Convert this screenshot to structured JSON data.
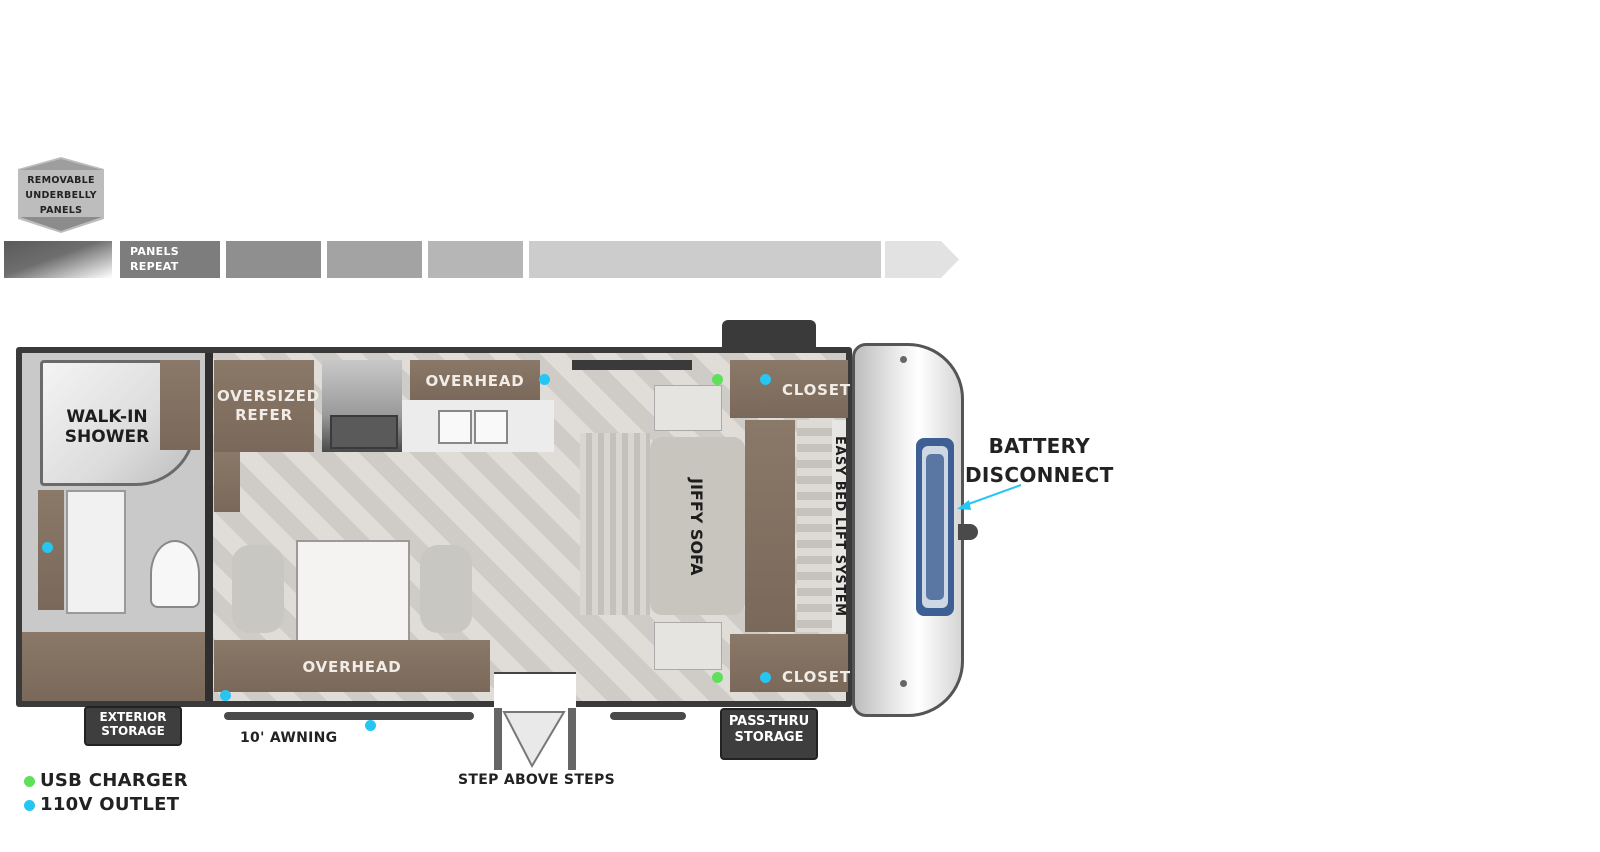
{
  "panels": {
    "arrow_label": [
      "REMOVABLE",
      "UNDERBELLY",
      "PANELS"
    ],
    "repeat_label": [
      "PANELS",
      "REPEAT"
    ]
  },
  "rooms": {
    "walk_in_shower": [
      "WALK-IN",
      "SHOWER"
    ],
    "oversized_refer": [
      "OVERSIZED",
      "REFER"
    ],
    "overhead_top": "OVERHEAD",
    "overhead_bottom": "OVERHEAD",
    "jiffy_sofa": "JIFFY SOFA",
    "closet_top": "CLOSET",
    "closet_bottom": "CLOSET",
    "easy_bed_lift": "EASY BED LIFT SYSTEM"
  },
  "exterior": {
    "exterior_storage": [
      "EXTERIOR",
      "STORAGE"
    ],
    "pass_thru_storage": [
      "PASS-THRU",
      "STORAGE"
    ],
    "awning": "10' AWNING",
    "step_above_steps": "STEP ABOVE STEPS",
    "battery_disconnect": [
      "BATTERY",
      "DISCONNECT"
    ]
  },
  "legend": {
    "usb_label": "USB CHARGER",
    "outlet_label": "110V OUTLET"
  },
  "colors": {
    "usb_dot": "#5ee05a",
    "outlet_dot": "#26c6f2",
    "wall": "#2b2b2b",
    "cabinet_wood": "#7b695b",
    "floor": "#d8d6d2"
  }
}
